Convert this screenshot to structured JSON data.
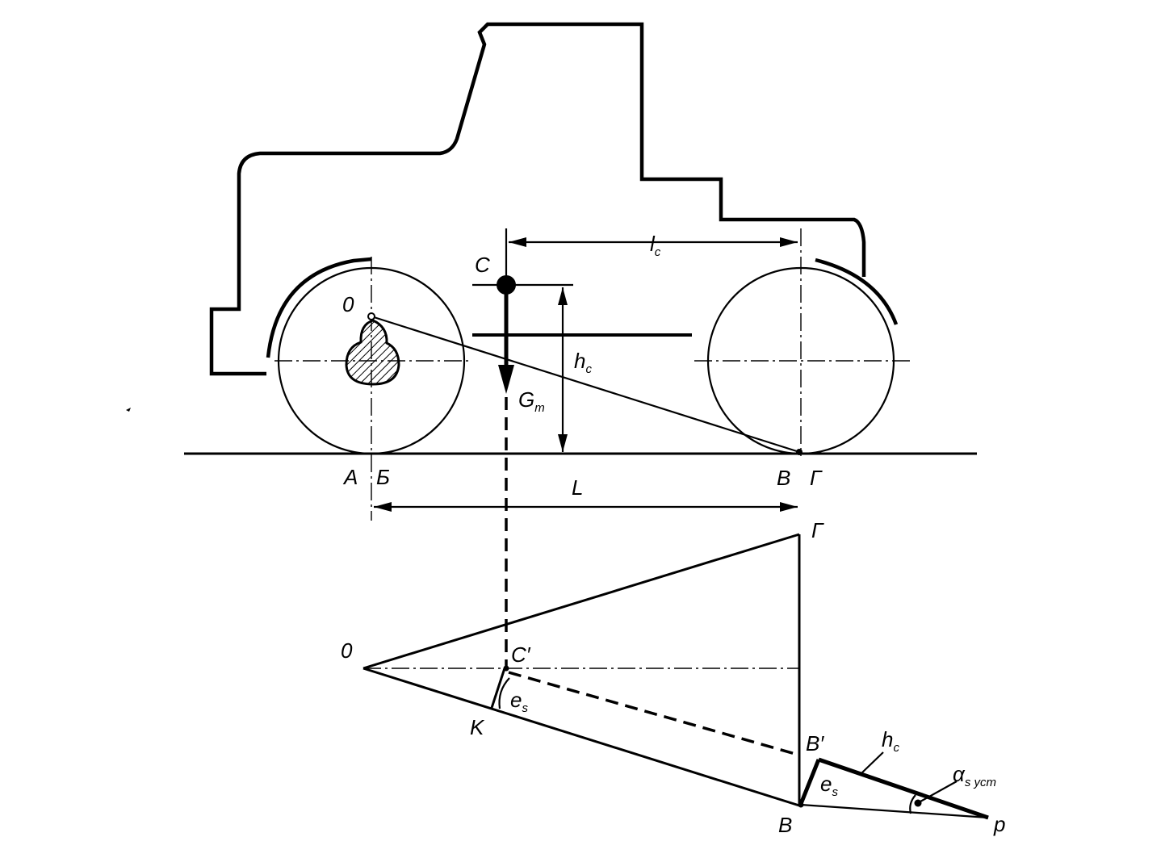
{
  "labels": {
    "O_top": "0",
    "C": "C",
    "lc_main": "l",
    "lc_sub": "c",
    "hc_main": "h",
    "hc_sub": "c",
    "Gt_main": "G",
    "Gt_sub": "т",
    "A": "А",
    "B_cyr": "Б",
    "V_top": "В",
    "G_top": "Г",
    "L": "L",
    "G_bottom": "Г",
    "O_bottom": "0",
    "C_prime": "C′",
    "es_main": "e",
    "es_sub": "s",
    "K": "K",
    "B_prime": "B′",
    "hc2_main": "h",
    "hc2_sub": "c",
    "es2_main": "e",
    "es2_sub": "s",
    "alpha_main": "α",
    "alpha_sub": "s уст",
    "V_bottom": "В",
    "p": "p"
  },
  "colors": {
    "ink": "#000000",
    "background": "#ffffff"
  }
}
